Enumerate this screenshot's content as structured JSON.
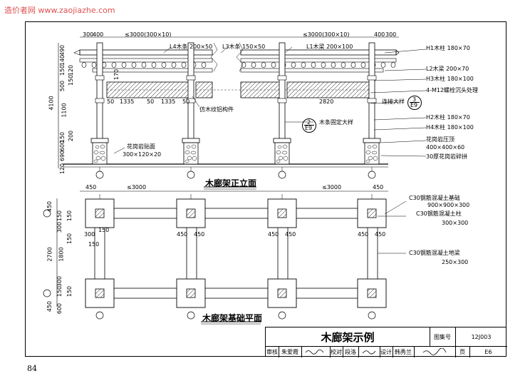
{
  "watermark": "造价者网 www.zaojiazhe.com",
  "page_number": "84",
  "elevation": {
    "title": "木廊架正立面",
    "dims_top": [
      "300",
      "400",
      "≤3000(300×10)",
      "≤3000(300×10)",
      "400",
      "300"
    ],
    "dims_left": [
      "490",
      "140",
      "150",
      "120",
      "500",
      "150",
      "200",
      "150",
      "4100",
      "1100",
      "150",
      "600",
      "690",
      "200",
      "120",
      "170"
    ],
    "dims_mid": [
      "50",
      "1335",
      "50",
      "1335",
      "50",
      "2820"
    ],
    "labels": {
      "l4": "L4木条 200×50",
      "l3": "L3木条 150×50",
      "l1": "L1木梁 200×100",
      "h1": "H1木柱 180×70",
      "l2": "L2木梁 200×70",
      "h3": "H3木柱 180×100",
      "bolt": "4-M12螺栓沉头处理",
      "connect": "连接大样",
      "fake_aluminum": "仿木纹铝构件",
      "h2": "H2木柱 180×70",
      "h4": "H4木柱 180×100",
      "fix_detail": "木条固定大样",
      "granite_cap": "花岗岩压顶",
      "granite_cap_size": "400×400×60",
      "granite_rubble": "30厚花岗岩碎拼",
      "granite_paving": "花岗岩贴面",
      "granite_paving_size": "300×120×20"
    },
    "callouts": [
      {
        "num": "3",
        "sheet": "E9"
      },
      {
        "num": "2",
        "sheet": "E9"
      }
    ]
  },
  "foundation": {
    "title": "木廊架基础平面",
    "dims_top": [
      "450",
      "≤3000",
      "≤3000",
      "450"
    ],
    "dims_left": [
      "450",
      "150",
      "150",
      "300",
      "150",
      "2700",
      "1800",
      "300",
      "150",
      "150",
      "450",
      "600"
    ],
    "dims_mid": [
      "300",
      "150",
      "150",
      "450",
      "450",
      "450",
      "450",
      "450",
      "450"
    ],
    "labels": {
      "footing": "C30钢筋混凝土基础",
      "footing_size": "900×900×300",
      "column": "C30钢筋混凝土柱",
      "column_size": "300×300",
      "beam": "C30钢筋混凝土地梁",
      "beam_size": "250×300"
    }
  },
  "title_block": {
    "title": "木廊架示例",
    "atlas_label": "图集号",
    "atlas_no": "12J003",
    "review_label": "审核",
    "reviewer": "朱爱霞",
    "check_label": "校对",
    "checker": "段洛",
    "design_label": "设计",
    "designer": "韩秀兰",
    "page_label": "页",
    "page_no": "E6"
  }
}
